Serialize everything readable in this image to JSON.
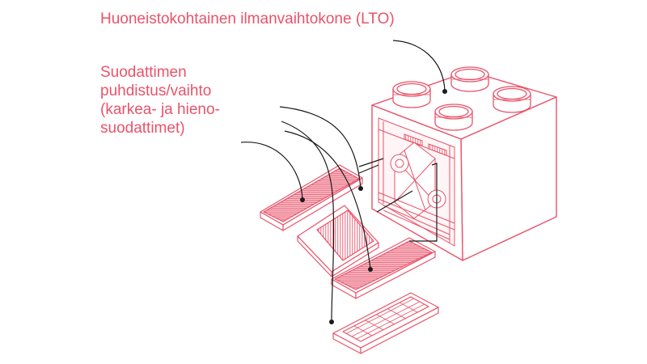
{
  "labels": {
    "unit": "Huoneistokohtainen ilmanvaihtokone (LTO)",
    "filter_lines": [
      "Suodattimen",
      "puhdistus/vaihto",
      "(karkea- ja hieno-",
      "suodattimet)"
    ]
  },
  "colors": {
    "accent": "#e9536a",
    "leader": "#1a1a1a",
    "background": "#ffffff"
  },
  "illustration": {
    "subject": "exploded-view-ventilation-unit",
    "duct-collars": 4,
    "filters": 4
  }
}
